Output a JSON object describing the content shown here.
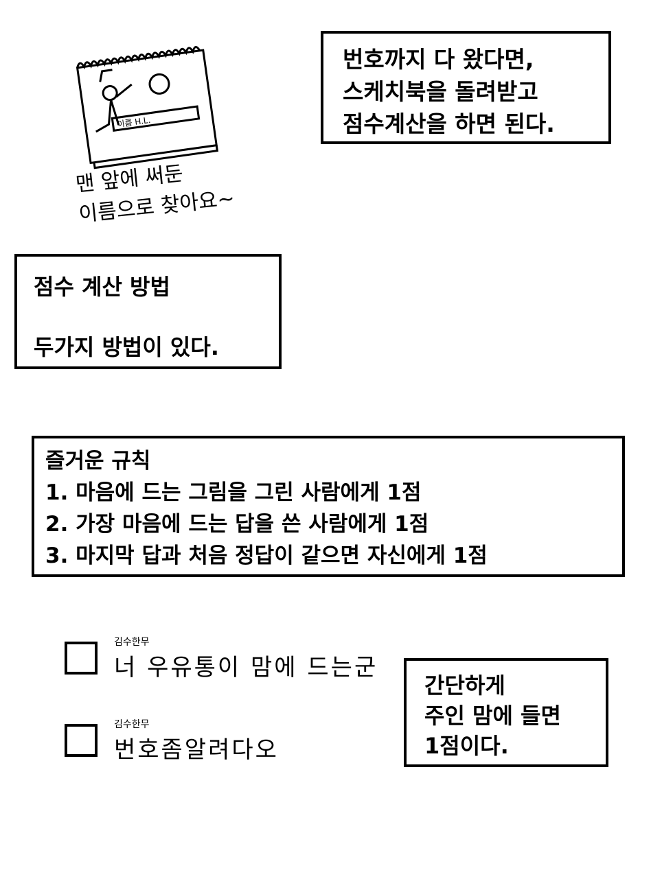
{
  "sketchbook": {
    "name_label": "이름 H.L."
  },
  "caption": [
    "맨 앞에 써둔",
    "이름으로 찾아요~"
  ],
  "box1": [
    "번호까지 다 왔다면,",
    "스케치북을 돌려받고",
    "점수계산을 하면 된다."
  ],
  "box2": {
    "title": "점수 계산 방법",
    "body": "두가지 방법이 있다."
  },
  "box3": {
    "title": "즐거운 규칙",
    "rules": [
      "1. 마음에 드는 그림을 그린 사람에게 1점",
      "2. 가장 마음에 드는 답을 쓴 사람에게 1점",
      "3. 마지막 답과 처음 정답이 같으면 자신에게 1점"
    ]
  },
  "chats": [
    {
      "name": "김수한무",
      "message": "너 우유통이 맘에 드는군"
    },
    {
      "name": "김수한무",
      "message": "번호좀알려다오"
    }
  ],
  "box4": [
    "간단하게",
    "주인 맘에 들면",
    "1점이다."
  ]
}
